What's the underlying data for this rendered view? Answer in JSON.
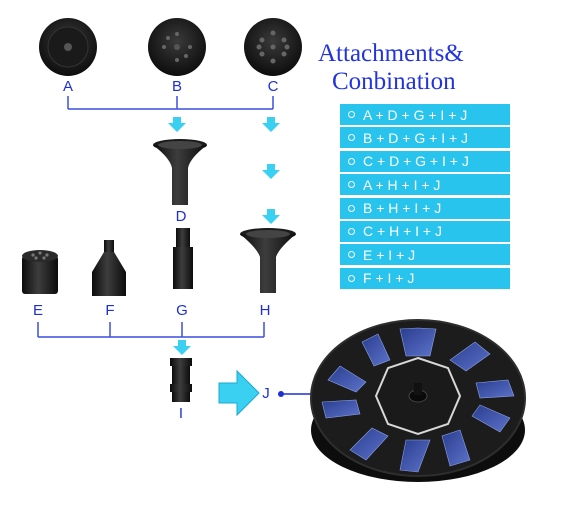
{
  "title": {
    "line1": "Attachments&",
    "line2": "Conbination"
  },
  "labels": {
    "A": "A",
    "B": "B",
    "C": "C",
    "D": "D",
    "E": "E",
    "F": "F",
    "G": "G",
    "H": "H",
    "I": "I",
    "J": "J"
  },
  "combinations": [
    "A + D + G + I + J",
    "B + D + G + I + J",
    "C + D + G + I + J",
    "A + H + I + J",
    "B + H + I + J",
    "C + H + I + J",
    "E + I + J",
    "F + I + J"
  ],
  "colors": {
    "label_blue": "#1e2fd6",
    "combo_bg": "#28c4ee",
    "arrow": "#3ad0f2",
    "line": "#3b4fe0"
  }
}
